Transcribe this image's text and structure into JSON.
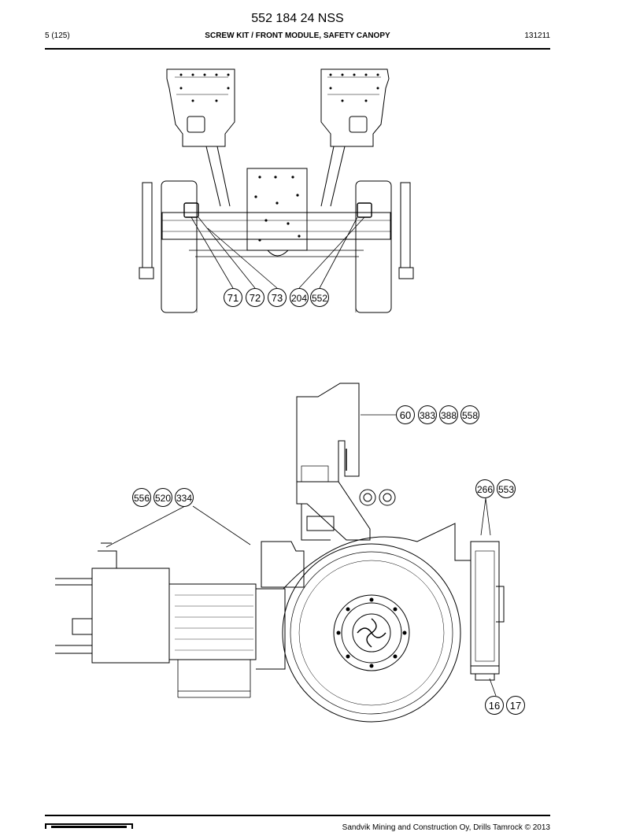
{
  "header": {
    "doc_number": "552 184 24 NSS",
    "page_ref": "5 (125)",
    "title": "SCREW KIT / FRONT MODULE, SAFETY CANOPY",
    "date_code": "131211"
  },
  "callouts": {
    "top_group": [
      "71",
      "72",
      "73",
      "204",
      "552"
    ],
    "cab_group": [
      "60",
      "383",
      "388",
      "558"
    ],
    "left_group": [
      "556",
      "520",
      "334"
    ],
    "right_upper_group": [
      "266",
      "553"
    ],
    "right_lower_group": [
      "16",
      "17"
    ]
  },
  "footer": {
    "copyright": "Sandvik Mining and Construction Oy, Drills Tamrock © 2013"
  }
}
